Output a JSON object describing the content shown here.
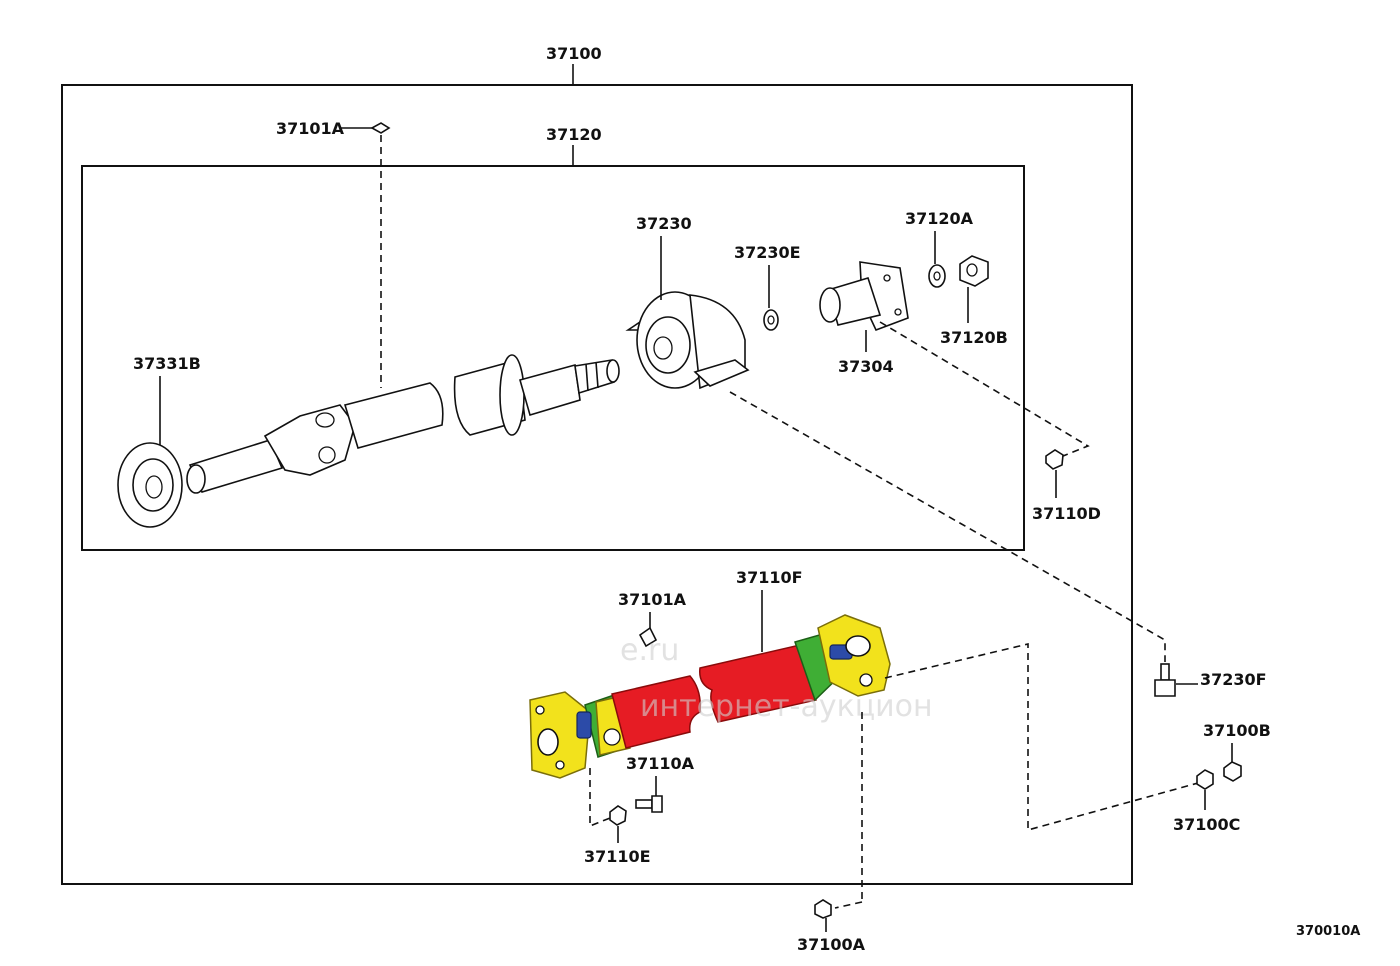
{
  "labels": {
    "assembly": "37100",
    "sub_assembly": "37120",
    "spider_clip_upper": "37101A",
    "center_bearing": "37230",
    "washer": "37230E",
    "washer_b": "37120A",
    "nut": "37120B",
    "flange": "37304",
    "rear_seal": "37331B",
    "nut_d": "37110D",
    "tube": "37110F",
    "spider_clip_lower": "37101A",
    "bolt_f": "37230F",
    "nut_b": "37100B",
    "washer_c": "37100C",
    "bolt_a": "37110A",
    "nut_e": "37110E",
    "bolt_100a": "37100A",
    "figure_code": "370010A"
  },
  "watermark": {
    "brand": "e.ru",
    "caption": "интернет-аукцион"
  },
  "colors": {
    "tube": "#e61c24",
    "yoke": "#3fae35",
    "flange": "#f2e21c",
    "spider": "#2c4ba8"
  }
}
